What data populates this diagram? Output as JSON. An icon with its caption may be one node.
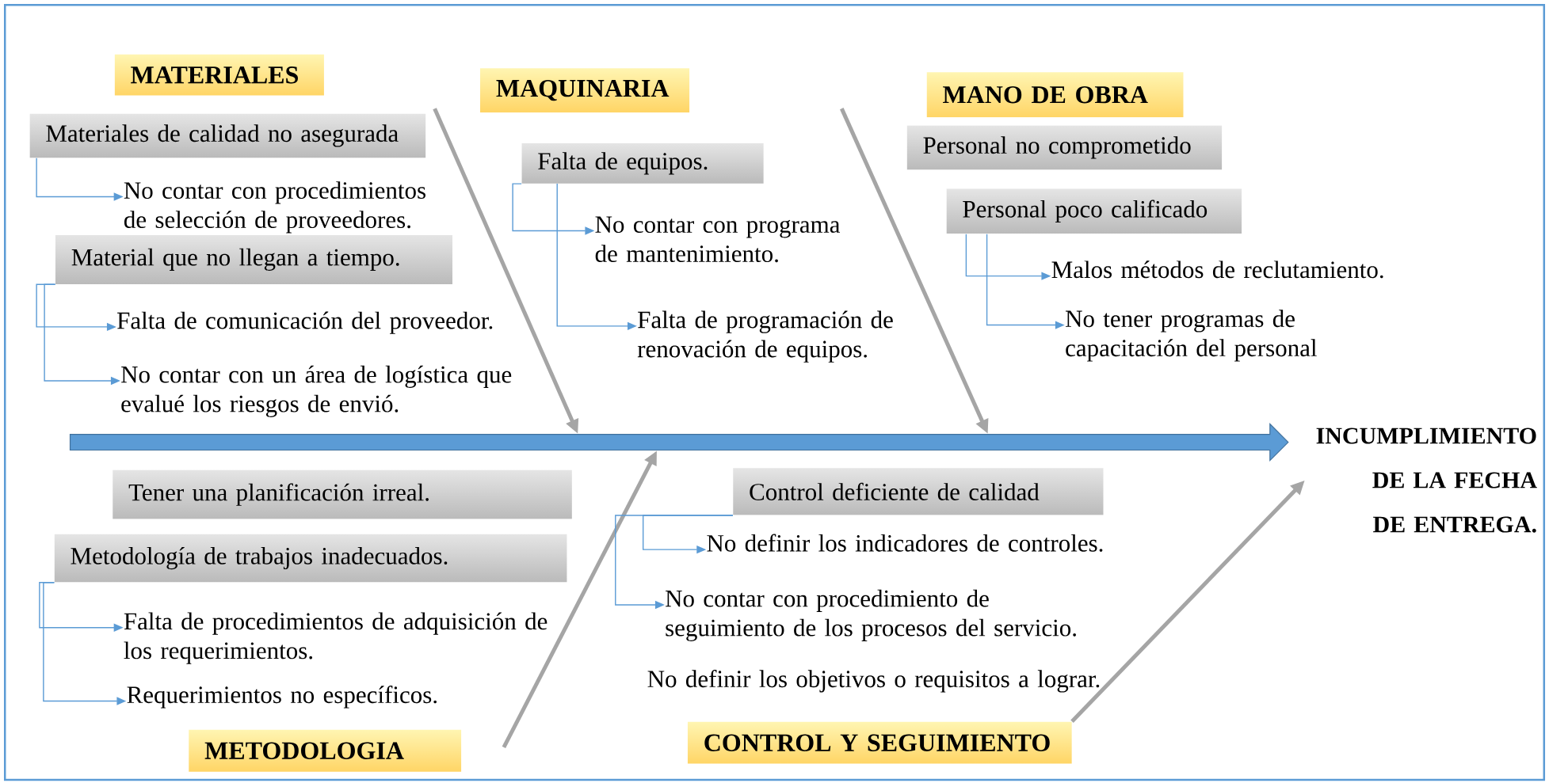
{
  "diagram": {
    "nodes": [
      {
        "text": [
          "MATERIALES"
        ]
      },
      {
        "text": [
          "MAQUINARIA"
        ]
      },
      {
        "text": [
          "MANO DE OBRA"
        ]
      },
      {
        "text": [
          "Materiales de calidad no asegurada"
        ]
      },
      {
        "text": [
          "No contar con procedimientos de selección de proveedores."
        ]
      },
      {
        "text": [
          "Material que no llegan a tiempo."
        ]
      },
      {
        "text": [
          "Falta de comunicación del proveedor."
        ]
      },
      {
        "text": [
          "No contar con un área de logística que evalué los riesgos de envió."
        ]
      },
      {
        "text": [
          "Falta de equipos."
        ]
      },
      {
        "text": [
          "No contar con programa de mantenimiento."
        ]
      },
      {
        "text": [
          "Falta de programación de renovación de equipos."
        ]
      },
      {
        "text": [
          "Personal no comprometido"
        ]
      },
      {
        "text": [
          "Personal poco calificado"
        ]
      },
      {
        "text": [
          "Malos métodos de reclutamiento."
        ]
      },
      {
        "text": [
          "No tener programas de capacitación del personal"
        ]
      },
      {
        "text": [
          "INCUMPLIMIENTO DE LA FECHA DE ENTREGA."
        ]
      },
      {
        "text": [
          "Tener una planificación irreal."
        ]
      },
      {
        "text": [
          "Metodología de trabajos inadecuados."
        ]
      },
      {
        "text": [
          "Falta de procedimientos de adquisición de los requerimientos."
        ]
      },
      {
        "text": [
          "Requerimientos no específicos."
        ]
      },
      {
        "text": [
          "METODOLOGIA"
        ]
      },
      {
        "text": [
          "Control deficiente de calidad"
        ]
      },
      {
        "text": [
          "No definir los indicadores de controles."
        ]
      },
      {
        "text": [
          "No contar con procedimiento de seguimiento de los procesos del servicio."
        ]
      },
      {
        "text": [
          "CONTROL Y SEGUIMIENTO"
        ]
      },
      {
        "text": [],
        "shape": "arrow"
      }
    ],
    "edges": [
      {
        "from": null,
        "to": 25,
        "arrow": "to",
        "style": "thick",
        "color": "#a5a5a5"
      },
      {
        "from": null,
        "to": 25,
        "arrow": "to",
        "style": "thick",
        "color": "#a5a5a5"
      },
      {
        "from": null,
        "to": 25,
        "arrow": "to",
        "style": "thick",
        "color": "#a5a5a5"
      },
      {
        "from": 24,
        "to": 15,
        "arrow": "to",
        "style": "thick",
        "color": "#a5a5a5"
      },
      {
        "from": 3,
        "to": 4,
        "arrow": "to"
      },
      {
        "from": 5,
        "to": 6,
        "arrow": "to"
      },
      {
        "from": 5,
        "to": 7,
        "arrow": "to"
      },
      {
        "from": 8,
        "to": 9,
        "arrow": "to"
      },
      {
        "from": 8,
        "to": 10,
        "arrow": "to"
      },
      {
        "from": 12,
        "to": 13,
        "arrow": "to"
      },
      {
        "from": 12,
        "to": 14,
        "arrow": "to"
      },
      {
        "from": 17,
        "to": 18,
        "arrow": "to"
      },
      {
        "from": 17,
        "to": 19,
        "arrow": "to"
      },
      {
        "from": 21,
        "to": 22,
        "arrow": "to"
      },
      {
        "from": 21,
        "to": 23,
        "arrow": "to"
      }
    ],
    "labels": [
      "No definir los objetivos o requisitos a lograr."
    ]
  }
}
